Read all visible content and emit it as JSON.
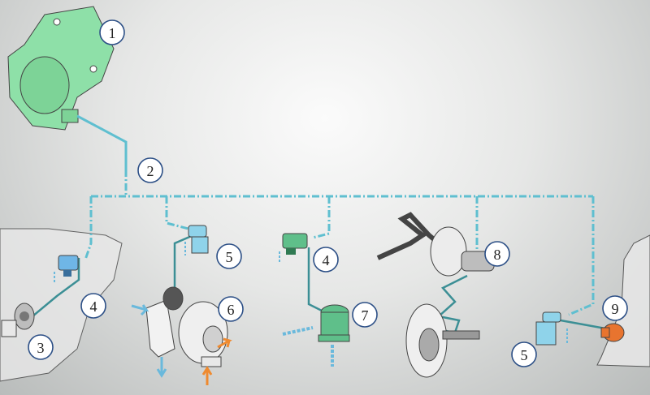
{
  "diagram": {
    "callouts": [
      {
        "id": "vacuum-pump",
        "label": "1"
      },
      {
        "id": "vacuum-line",
        "label": "2"
      },
      {
        "id": "egr-valve",
        "label": "3"
      },
      {
        "id": "solenoid-valve-left",
        "label": "4"
      },
      {
        "id": "pressure-converter-turbo",
        "label": "5"
      },
      {
        "id": "turbocharger",
        "label": "6"
      },
      {
        "id": "solenoid-valve-middle",
        "label": "4"
      },
      {
        "id": "bypass-valve",
        "label": "7"
      },
      {
        "id": "brake-booster",
        "label": "8"
      },
      {
        "id": "actuator-right",
        "label": "9"
      },
      {
        "id": "pressure-converter-right",
        "label": "5"
      }
    ],
    "colors": {
      "vacuum_hose": "#5fbfd0",
      "callout_border": "#2c4f86",
      "vacuum_pump": "#8ee0a8",
      "solenoid": "#8fd3ea",
      "bypass_valve": "#5fbf8a",
      "actuator": "#e8742f",
      "exhaust_arrow": "#ef8a2f",
      "air_arrow": "#6ab9dc"
    }
  }
}
